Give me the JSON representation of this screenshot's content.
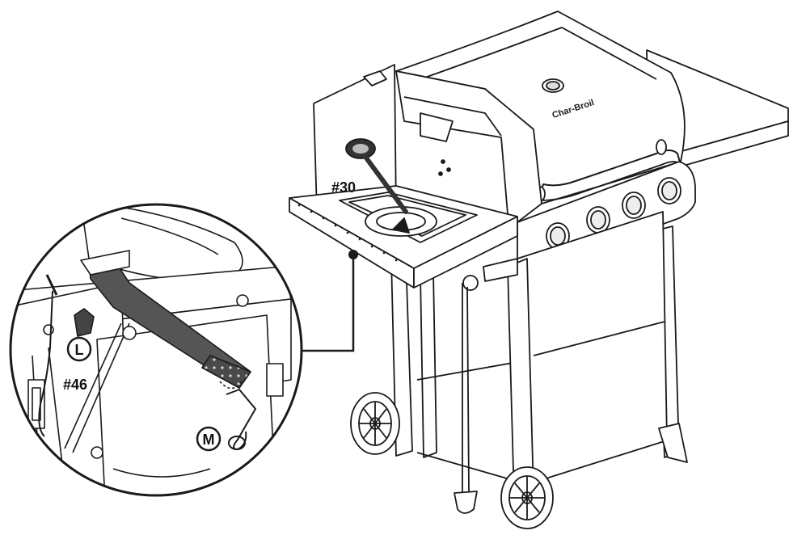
{
  "labels": {
    "part_30": "#30",
    "part_46": "#46",
    "callout_l": "L",
    "callout_m": "M"
  },
  "brand": {
    "logo_text": "Char-Broil"
  },
  "colors": {
    "line": "#1a1a1a",
    "dark_part": "#555555",
    "background": "#ffffff"
  }
}
